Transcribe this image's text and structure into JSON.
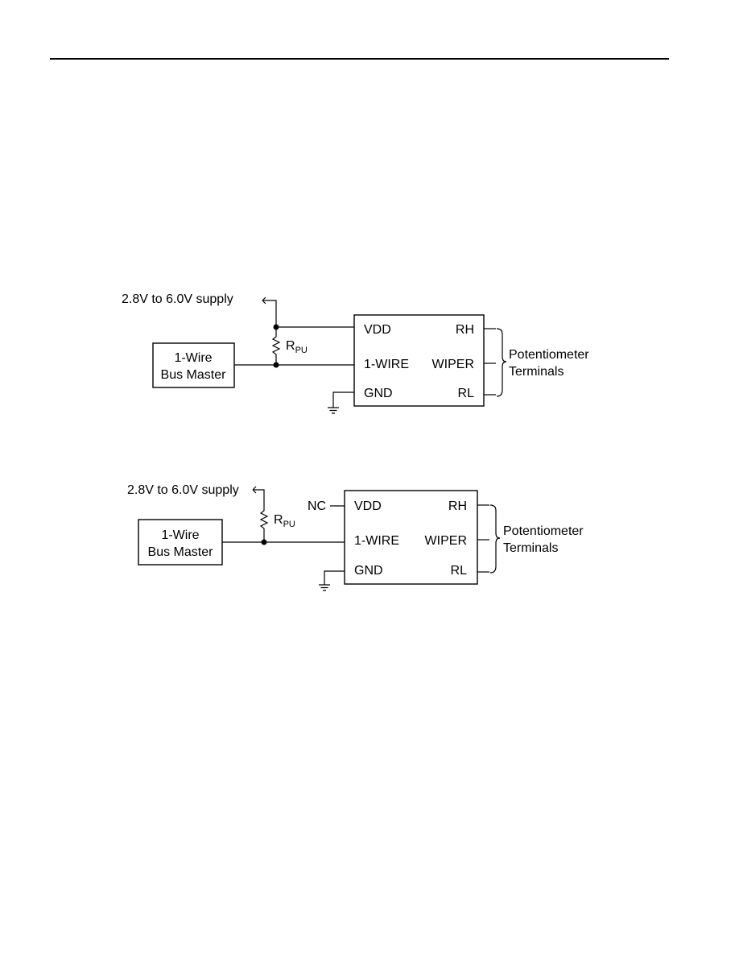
{
  "diagram1": {
    "supply_label": "2.8V  to  6.0V  supply",
    "resistor": {
      "label": "R",
      "subscript": "PU"
    },
    "bus_master": {
      "line1": "1-Wire",
      "line2": "Bus  Master"
    },
    "chip": {
      "vdd": "VDD",
      "onewire": "1-WIRE",
      "gnd": "GND",
      "rh": "RH",
      "wiper": "WIPER",
      "rl": "RL"
    },
    "terminals": {
      "line1": "Potentiometer",
      "line2": "Terminals"
    }
  },
  "diagram2": {
    "supply_label": "2.8V to 6.0V supply",
    "resistor": {
      "label": "R",
      "subscript": "PU"
    },
    "bus_master": {
      "line1": "1-Wire",
      "line2": "Bus Master"
    },
    "nc_label": "NC",
    "chip": {
      "vdd": "VDD",
      "onewire": "1-WIRE",
      "gnd": "GND",
      "rh": "RH",
      "wiper": "WIPER",
      "rl": "RL"
    },
    "terminals": {
      "line1": "Potentiometer",
      "line2": "Terminals"
    }
  }
}
